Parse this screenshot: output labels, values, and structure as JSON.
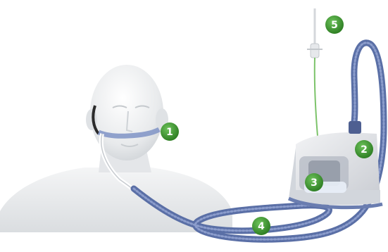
{
  "callouts": [
    {
      "label": "1",
      "part": "nasal-cannula"
    },
    {
      "label": "2",
      "part": "device-outlet"
    },
    {
      "label": "3",
      "part": "humidifier-chamber"
    },
    {
      "label": "4",
      "part": "breathing-tube"
    },
    {
      "label": "5",
      "part": "water-bag-line"
    }
  ],
  "colors": {
    "badge": "#3f9a2f",
    "tube": "#5a6fa6",
    "device": "#e4e6ea",
    "figure": "#eceef0"
  }
}
